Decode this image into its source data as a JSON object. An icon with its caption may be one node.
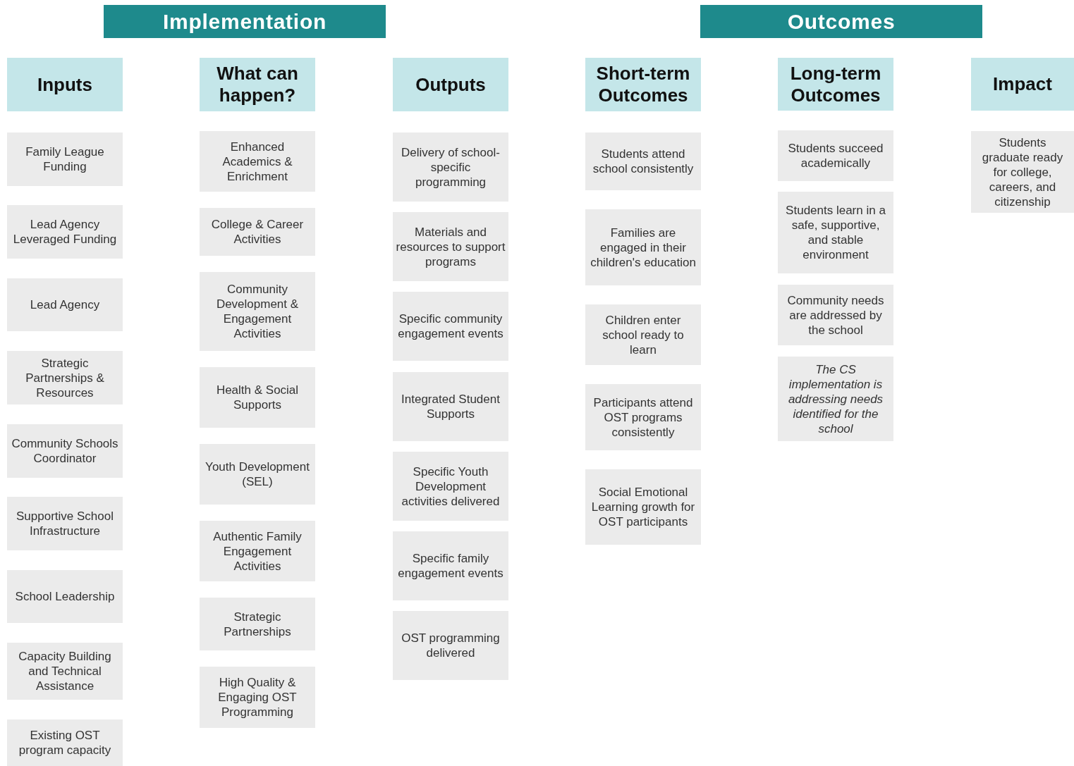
{
  "diagram": {
    "nodes": [
      {
        "text": [
          "Implementation"
        ]
      },
      {
        "text": [
          "Outcomes"
        ]
      },
      {
        "text": [
          "Inputs"
        ]
      },
      {
        "text": [
          "Family League Funding"
        ]
      },
      {
        "text": [
          "Lead Agency Leveraged Funding"
        ]
      },
      {
        "text": [
          "Lead Agency"
        ]
      },
      {
        "text": [
          "Strategic Partnerships & Resources"
        ]
      },
      {
        "text": [
          "Community Schools Coordinator"
        ]
      },
      {
        "text": [
          "Supportive School Infrastructure"
        ]
      },
      {
        "text": [
          "School Leadership"
        ]
      },
      {
        "text": [
          "Capacity Building and Technical Assistance"
        ]
      },
      {
        "text": [
          "Existing OST program capacity"
        ]
      },
      {
        "text": [
          "What can happen?"
        ]
      },
      {
        "text": [
          "Enhanced Academics & Enrichment"
        ]
      },
      {
        "text": [
          "College & Career Activities"
        ]
      },
      {
        "text": [
          "Community Development & Engagement Activities"
        ]
      },
      {
        "text": [
          "Health & Social Supports"
        ]
      },
      {
        "text": [
          "Youth Development (SEL)"
        ]
      },
      {
        "text": [
          "Authentic Family Engagement Activities"
        ]
      },
      {
        "text": [
          "Strategic Partnerships"
        ]
      },
      {
        "text": [
          "High Quality & Engaging OST Programming"
        ]
      },
      {
        "text": [
          "Outputs"
        ]
      },
      {
        "text": [
          "Delivery of school-specific programming"
        ]
      },
      {
        "text": [
          "Materials and resources to support programs"
        ]
      },
      {
        "text": [
          "Specific community engagement events"
        ]
      },
      {
        "text": [
          "Integrated Student Supports"
        ]
      },
      {
        "text": [
          "Specific Youth Development activities delivered"
        ]
      },
      {
        "text": [
          "Specific family engagement events"
        ]
      },
      {
        "text": [
          "OST programming delivered"
        ]
      },
      {
        "text": [
          "Short-term Outcomes"
        ]
      },
      {
        "text": [
          "Students attend school consistently"
        ]
      },
      {
        "text": [
          "Families are engaged in their children's education"
        ]
      },
      {
        "text": [
          "Children enter school ready to learn"
        ]
      },
      {
        "text": [
          "Participants attend OST programs consistently"
        ]
      },
      {
        "text": [
          "Social Emotional Learning growth for OST participants"
        ]
      },
      {
        "text": [
          "Long-term Outcomes"
        ]
      },
      {
        "text": [
          "Students succeed academically"
        ]
      },
      {
        "text": [
          "Students learn in a safe, supportive, and stable environment"
        ]
      },
      {
        "text": [
          "Community needs are addressed by the school"
        ]
      },
      {
        "text": [
          "The CS implementation is addressing needs identified for the school"
        ]
      },
      {
        "text": [
          "Impact"
        ]
      },
      {
        "text": [
          "Students graduate ready for college, careers, and citizenship"
        ]
      }
    ]
  }
}
